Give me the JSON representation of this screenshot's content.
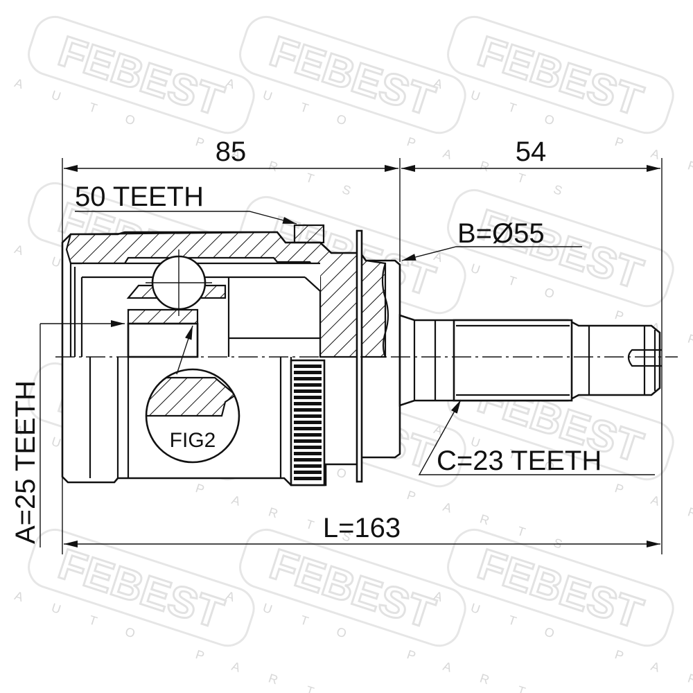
{
  "watermark": {
    "brand": "FEBEST",
    "sub": "AUTO PARTS"
  },
  "dimensions": {
    "length_85": "85",
    "length_54": "54",
    "overall_length": "L=163",
    "outer_teeth": "50 TEETH",
    "shoulder_diameter": "B=Ø55",
    "shaft_teeth": "C=23 TEETH",
    "inner_teeth": "A=25 TEETH"
  },
  "detail": {
    "label": "FIG2"
  },
  "colors": {
    "line": "#111111",
    "watermark": "#e2e2e2",
    "background": "#ffffff"
  }
}
